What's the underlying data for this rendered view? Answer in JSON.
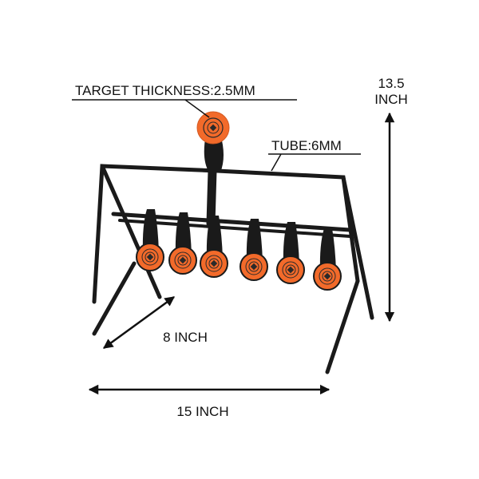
{
  "labels": {
    "target_thickness": "TARGET THICKNESS:2.5MM",
    "tube": "TUBE:6MM",
    "height_value": "13.5",
    "height_unit": "INCH",
    "depth": "8 INCH",
    "width": "15 INCH"
  },
  "colors": {
    "frame": "#1a1a1a",
    "target_orange": "#f26a2a",
    "target_ring": "#2a2a2a",
    "background": "#ffffff"
  },
  "targets": {
    "top_count": 1,
    "bottom_count": 6
  }
}
